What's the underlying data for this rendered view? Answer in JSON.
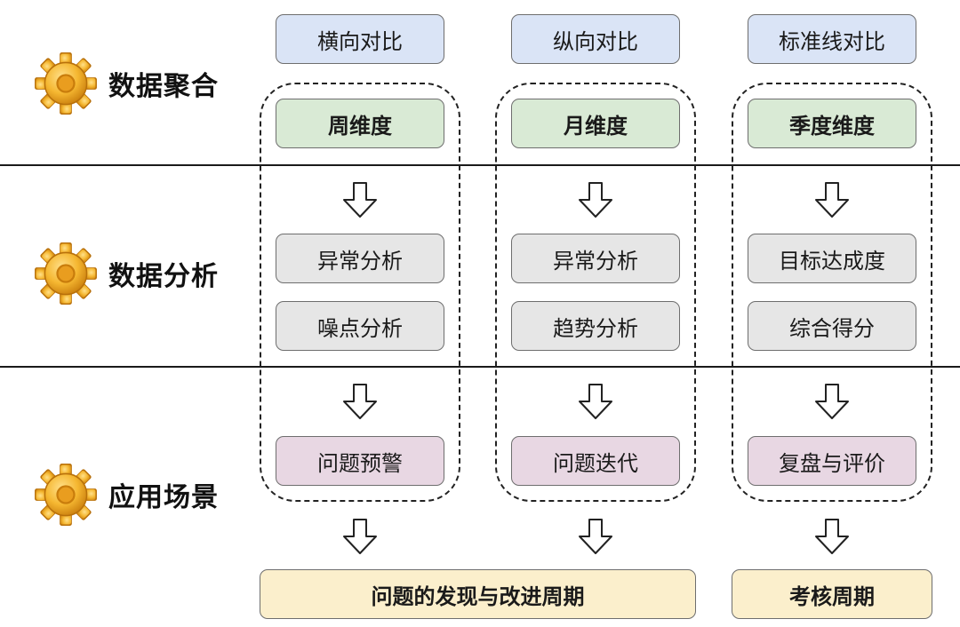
{
  "colors": {
    "compare": "#dae4f6",
    "dimension": "#d9ead5",
    "analysis": "#e6e6e6",
    "application": "#e8d7e3",
    "cycle": "#fbefcc",
    "gear": "#f2b230"
  },
  "stages": [
    {
      "label": "数据聚合",
      "icon": "gear-icon"
    },
    {
      "label": "数据分析",
      "icon": "gear-icon"
    },
    {
      "label": "应用场景",
      "icon": "gear-icon"
    }
  ],
  "columns": [
    {
      "compare": "横向对比",
      "dimension": "周维度",
      "analysis": [
        "异常分析",
        "噪点分析"
      ],
      "application": "问题预警"
    },
    {
      "compare": "纵向对比",
      "dimension": "月维度",
      "analysis": [
        "异常分析",
        "趋势分析"
      ],
      "application": "问题迭代"
    },
    {
      "compare": "标准线对比",
      "dimension": "季度维度",
      "analysis": [
        "目标达成度",
        "综合得分"
      ],
      "application": "复盘与评价"
    }
  ],
  "cycles": [
    {
      "label": "问题的发现与改进周期"
    },
    {
      "label": "考核周期"
    }
  ]
}
